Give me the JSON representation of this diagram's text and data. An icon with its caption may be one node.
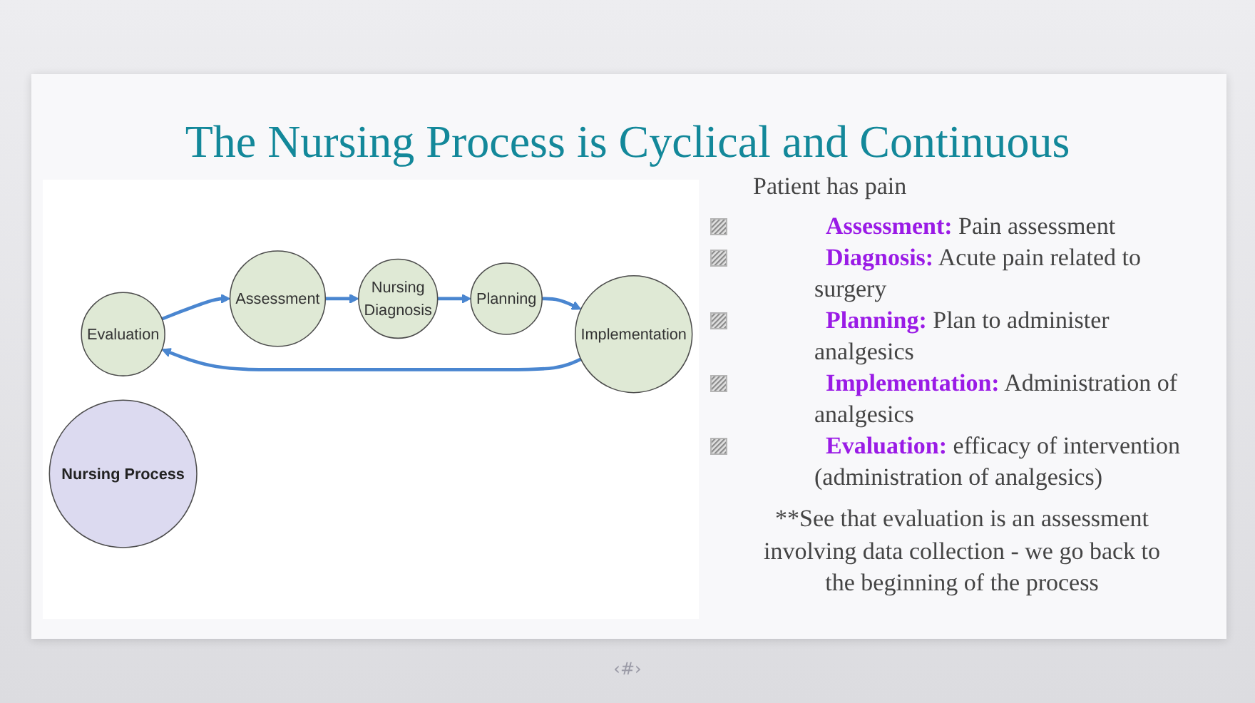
{
  "diagram": {
    "title": "The Nursing Process is Cyclical and Continuous",
    "nodes": [
      {
        "text": [
          "Evaluation"
        ]
      },
      {
        "text": [
          "Assessment"
        ]
      },
      {
        "text": [
          "Nursing Process"
        ]
      },
      {
        "text": [
          "Implementation"
        ]
      },
      {
        "text": [
          "Nursing Diagnosis"
        ]
      },
      {
        "text": [
          "Planning"
        ]
      }
    ],
    "edges": [
      {
        "from": 0,
        "to": 1,
        "arrow": "to"
      },
      {
        "from": 1,
        "to": 4,
        "arrow": "to"
      },
      {
        "from": 4,
        "to": 5,
        "arrow": "to"
      },
      {
        "from": 5,
        "to": 3,
        "arrow": "to"
      },
      {
        "from": 3,
        "to": 0,
        "arrow": "to"
      }
    ],
    "labels": [
      "Patient has pain",
      "**Assessment:** Pain assessment",
      "**Diagnosis:** Acute pain related to surgery",
      "**Planning:** Plan to administer analgesics",
      "**Implementation:** Administration of analgesics",
      "**Evaluation:** efficacy of intervention (administration of analgesics)",
      "**See that evaluation is an assessment involving data collection - we go back to the beginning of the process",
      "‹#›"
    ]
  }
}
